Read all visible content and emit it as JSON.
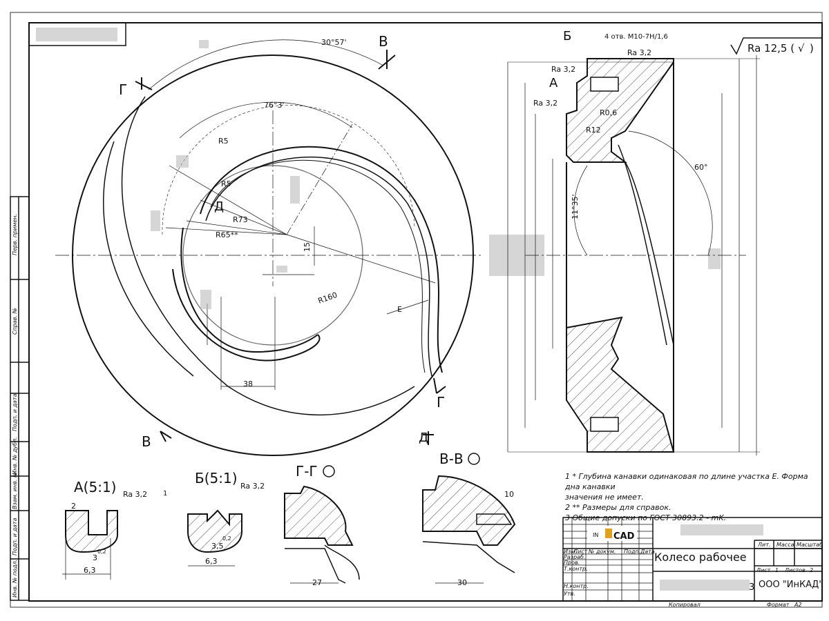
{
  "sections": {
    "v_label_top": "В",
    "v_label_bottom": "В",
    "g_label_left": "Г",
    "g_label_right": "Г",
    "b_label": "Б",
    "a_label": "А",
    "d_label": "Д",
    "d_label_bottom": "Д",
    "e_label": "E"
  },
  "dimensions": {
    "angle_top": "30°57'",
    "angle_mid": "76°3'",
    "r5_top": "R5",
    "r5_mid": "R5",
    "r73": "R73",
    "r65": "R65**",
    "r160": "R160",
    "dim_15": "15",
    "dim_38": "38",
    "r06": "R0,6",
    "r12": "R12",
    "angle_60": "60°",
    "angle_11": "11°35'",
    "holes": "4 отв. M10-7H/1,6",
    "ra_32_a": "Ra 3,2",
    "ra_32_b": "Ra 3,2",
    "ra_32_c": "Ra 3,2",
    "roughness_main": "Ra 12,5 (",
    "roughness_check": "√",
    "roughness_close": ")"
  },
  "details": {
    "a_title": "А(5:1)",
    "a_ra": "Ra 3,2",
    "a_2": "2",
    "a_3": "3",
    "a_02": "0,2",
    "a_63": "6,3",
    "b_title": "Б(5:1)",
    "b_ra": "Ra 3,2",
    "b_1": "1",
    "b_35": "3,5",
    "b_02": "0,2",
    "b_63": "6,3",
    "g_title": "Г-Г",
    "g_27": "27",
    "v_title": "В-В",
    "v_10": "10",
    "v_30": "30"
  },
  "notes": [
    "1  * Глубина канавки одинаковая по длине участка Е. Форма дна канавки",
    "значения не имеет.",
    "2  ** Размеры для справок.",
    "3  Общие допуски по ГОСТ 30893.2 - mK."
  ],
  "title_block": {
    "logo_in": "IN",
    "logo_cad": "CAD",
    "part_name": "Колесо рабочее",
    "organization": "ООО \"ИнКАД\"",
    "lit": "Лит.",
    "mass": "Масса",
    "scale": "Масштаб",
    "sheet": "Лист",
    "sheet_num": "1",
    "sheets": "Листов",
    "sheets_num": "2",
    "izm": "Изм.",
    "list": "Лист",
    "ndok": "№ докум.",
    "podp": "Подп.",
    "data": "Дата",
    "razrab": "Разраб.",
    "prov": "Пров.",
    "tkontr": "Т.контр.",
    "nkontr": "Н.контр.",
    "utv": "Утв.",
    "copied": "Копировал",
    "format": "Формат",
    "format_val": "A2",
    "doc_suffix": "3"
  },
  "side_strip": [
    "Перв. примен.",
    "Справ. №",
    "Подп. и дата",
    "Инв. № дубл.",
    "Взам. инв. №",
    "Подп. и дата",
    "Инв. № подл."
  ]
}
